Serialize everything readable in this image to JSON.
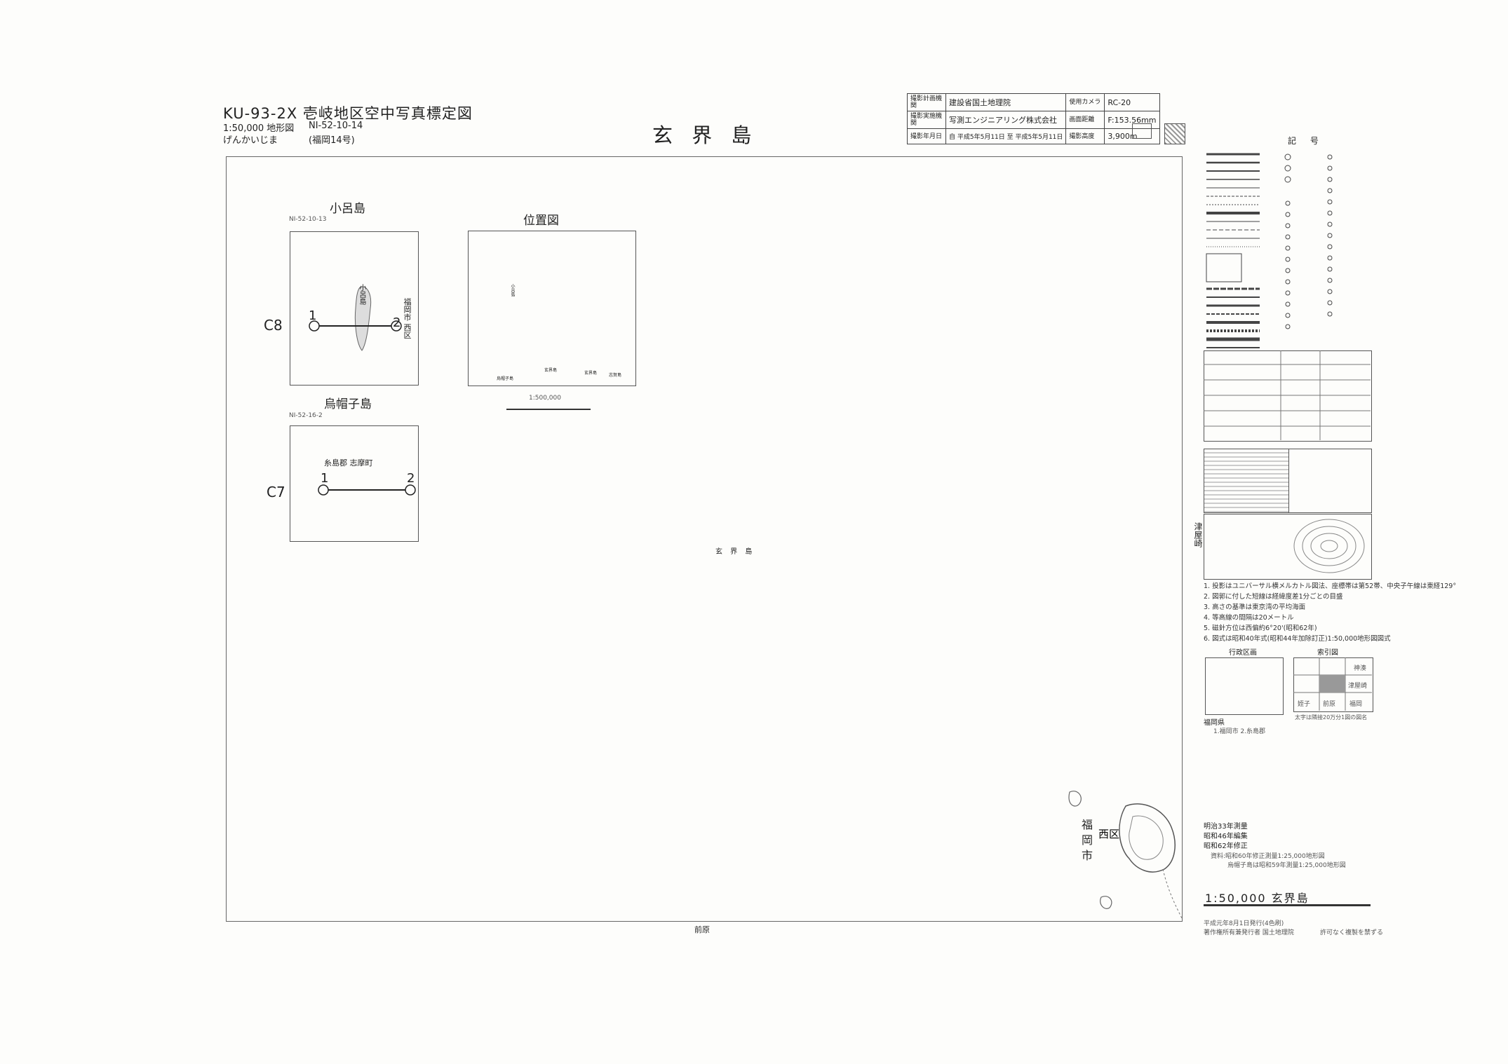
{
  "header": {
    "series": "KU-93-2X 壱岐地区空中写真標定図",
    "map_scale_label": "1:50,000 地形図",
    "sheet_code": "NI-52-10-14",
    "sheet_kana": "げんかいじま",
    "sheet_number": "(福岡14号)",
    "title": "玄 界 島"
  },
  "info_table": {
    "r1k1": "撮影計画機関",
    "r1v1": "建設省国土地理院",
    "r1k2": "使用カメラ",
    "r1v2": "RC-20",
    "r2k1": "撮影実施機関",
    "r2v1": "写測エンジニアリング株式会社",
    "r2k2": "画面距離",
    "r2v2": "F:153.56mm",
    "r3k1": "撮影年月日",
    "r3v1": "自 平成5年5月11日 至 平成5年5月11日",
    "r3k2": "撮影高度",
    "r3v2": "3,900m"
  },
  "insets": {
    "kojima": {
      "title": "小呂島",
      "code": "NI-52-10-13",
      "course": "C8",
      "start": "1",
      "end": "2",
      "island": "小呂島",
      "city": "福岡市 西区"
    },
    "eboshi": {
      "title": "烏帽子島",
      "code": "NI-52-16-2",
      "course": "C7",
      "start": "1",
      "end": "2",
      "region": "糸島郡 志摩町"
    },
    "location": {
      "title": "位置図",
      "scale": "1:500,000",
      "places": [
        "小呂島",
        "烏帽子島",
        "玄界島",
        "玄界島",
        "志賀島"
      ]
    }
  },
  "map": {
    "center_label": "玄 界 島",
    "bottom_label": "前原",
    "city_label": "福岡市",
    "ward_label": "西区"
  },
  "legend": {
    "title": "記 号",
    "right_edge_label": "津屋崎"
  },
  "notes": [
    "1. 投影はユニバーサル横メルカトル図法、座標帯は第52帯、中央子午線は東経129°",
    "2. 図郭に付した短線は経緯度差1分ごとの目盛",
    "3. 高さの基準は東京湾の平均海面",
    "4. 等高線の間隔は20メートル",
    "5. 磁針方位は西偏約6°20'(昭和62年)",
    "6. 図式は昭和40年式(昭和44年加除訂正)1:50,000地形図図式"
  ],
  "admin": {
    "title": "行政区画",
    "pref": "福岡県",
    "items": "1.福岡市 2.糸島郡"
  },
  "index_map": {
    "title": "索引図",
    "cells": [
      "神湊",
      "津屋崎",
      "姪子",
      "前原",
      "福岡"
    ],
    "note": "太字は隣接20万分1図の図名"
  },
  "history": [
    "明治33年測量",
    "昭和46年編集",
    "昭和62年修正"
  ],
  "sources": [
    "資料:昭和60年修正測量1:25,000地形図",
    "烏帽子島は昭和59年測量1:25,000地形図"
  ],
  "footer": {
    "scale_title": "1:50,000 玄界島",
    "issue": "平成元年8月1日発行(4色刷)",
    "publisher": "著作権所有兼発行者 国土地理院",
    "note": "許可なく複製を禁ずる"
  }
}
